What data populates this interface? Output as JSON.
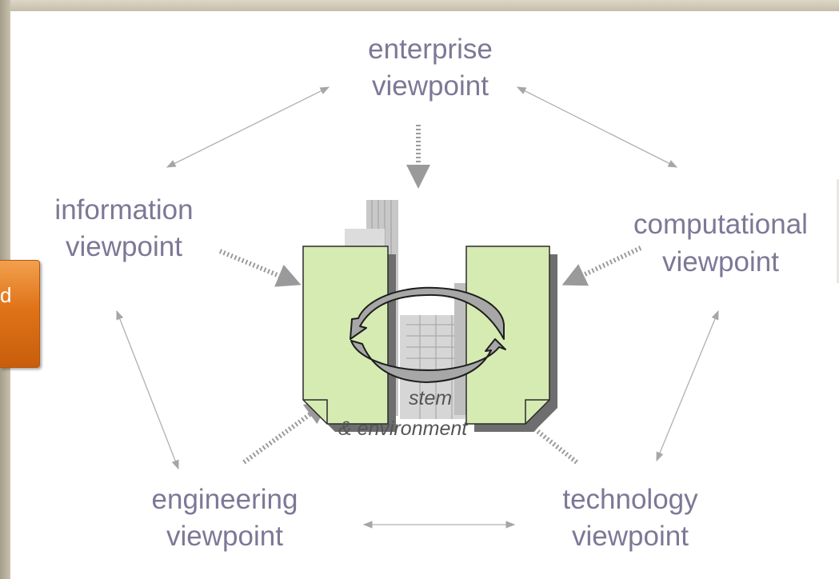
{
  "viewpoints": {
    "enterprise": [
      "enterprise",
      "viewpoint"
    ],
    "information": [
      "information",
      "viewpoint"
    ],
    "computational": [
      "computational",
      "viewpoint"
    ],
    "engineering": [
      "engineering",
      "viewpoint"
    ],
    "technology": [
      "technology",
      "viewpoint"
    ]
  },
  "center": {
    "line1": "stem",
    "line2": "& environment"
  },
  "side_tab": {
    "label": "d"
  },
  "colors": {
    "viewpoint_text": "#7c7896",
    "arrow_gray": "#a6a6a6",
    "document_fill": "#d6ebb2",
    "tab_orange": "#e07318"
  },
  "icons": [
    "cycle-arrows-icon",
    "building-icon",
    "document-icon"
  ]
}
